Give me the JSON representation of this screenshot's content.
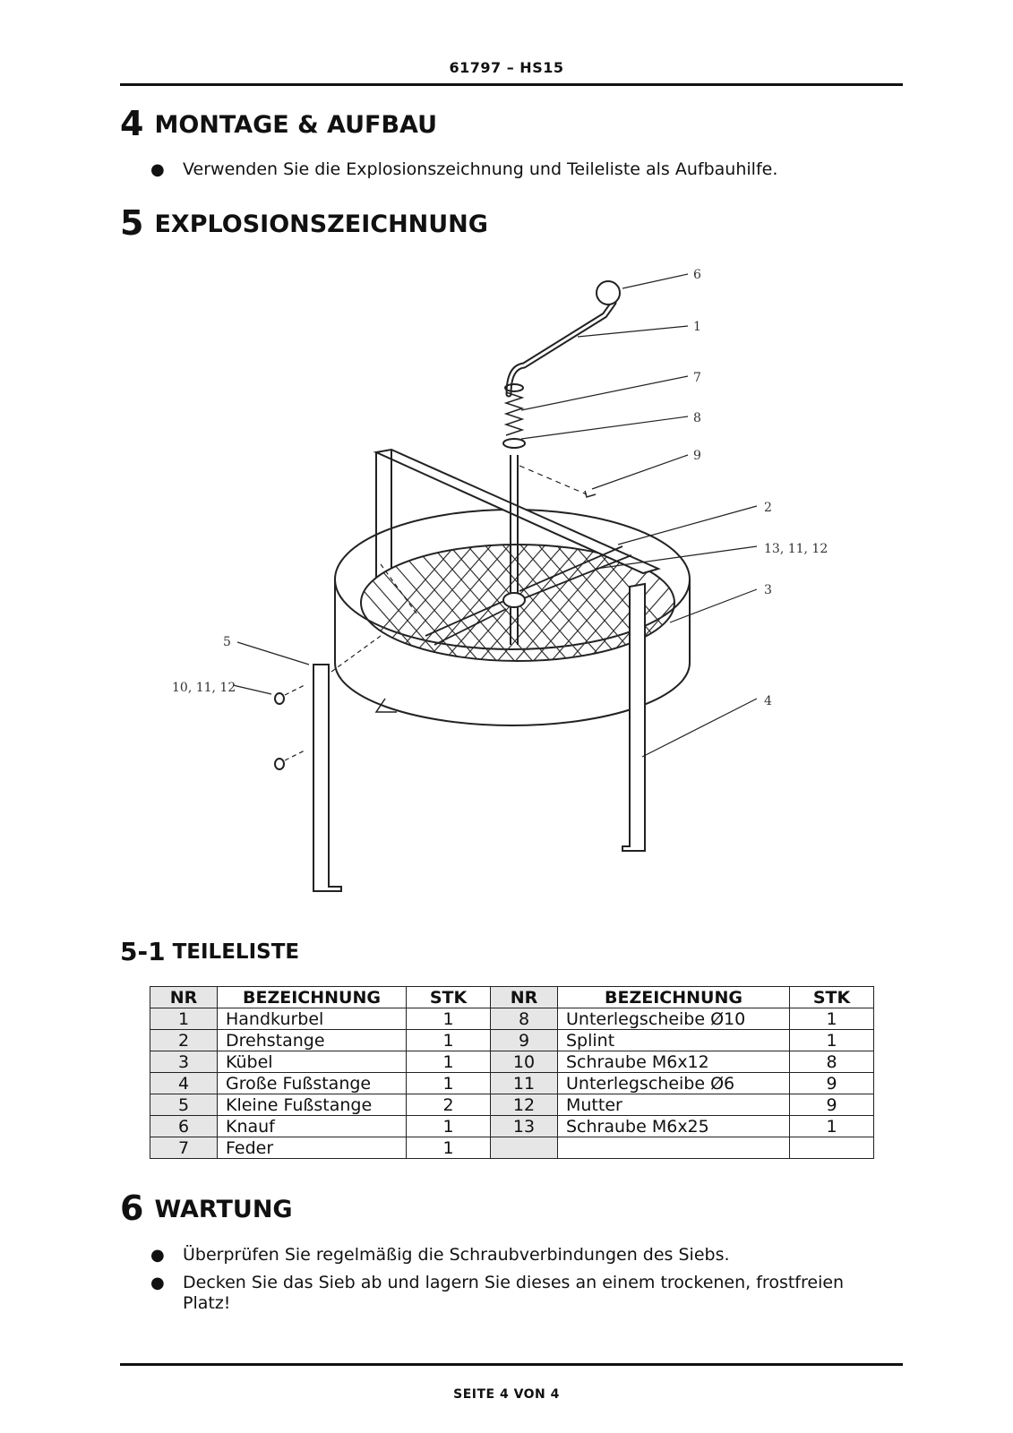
{
  "header": {
    "title": "61797 – HS15"
  },
  "section4": {
    "num": "4",
    "title": "MONTAGE & AUFBAU",
    "bullets": [
      "Verwenden Sie die Explosionszeichnung und Teileliste als Aufbauhilfe."
    ]
  },
  "section5": {
    "num": "5",
    "title": "EXPLOSIONSZEICHNUNG",
    "callouts": [
      "6",
      "1",
      "7",
      "8",
      "9",
      "2",
      "13, 11, 12",
      "3",
      "5",
      "10, 11, 12",
      "4"
    ]
  },
  "section51": {
    "num": "5-1",
    "title": "TEILELISTE",
    "headers": [
      "NR",
      "BEZEICHNUNG",
      "STK",
      "NR",
      "BEZEICHNUNG",
      "STK"
    ],
    "rows": [
      [
        "1",
        "Handkurbel",
        "1",
        "8",
        "Unterlegscheibe Ø10",
        "1"
      ],
      [
        "2",
        "Drehstange",
        "1",
        "9",
        "Splint",
        "1"
      ],
      [
        "3",
        "Kübel",
        "1",
        "10",
        "Schraube M6x12",
        "8"
      ],
      [
        "4",
        "Große Fußstange",
        "1",
        "11",
        "Unterlegscheibe Ø6",
        "9"
      ],
      [
        "5",
        "Kleine Fußstange",
        "2",
        "12",
        "Mutter",
        "9"
      ],
      [
        "6",
        "Knauf",
        "1",
        "13",
        "Schraube M6x25",
        "1"
      ],
      [
        "7",
        "Feder",
        "1",
        "",
        "",
        ""
      ]
    ]
  },
  "section6": {
    "num": "6",
    "title": "WARTUNG",
    "bullets": [
      "Überprüfen Sie regelmäßig die Schraubverbindungen des Siebs.",
      "Decken Sie das Sieb ab und lagern Sie dieses an einem trockenen, frostfreien Platz!"
    ]
  },
  "footer": {
    "text": "SEITE 4 VON 4"
  }
}
